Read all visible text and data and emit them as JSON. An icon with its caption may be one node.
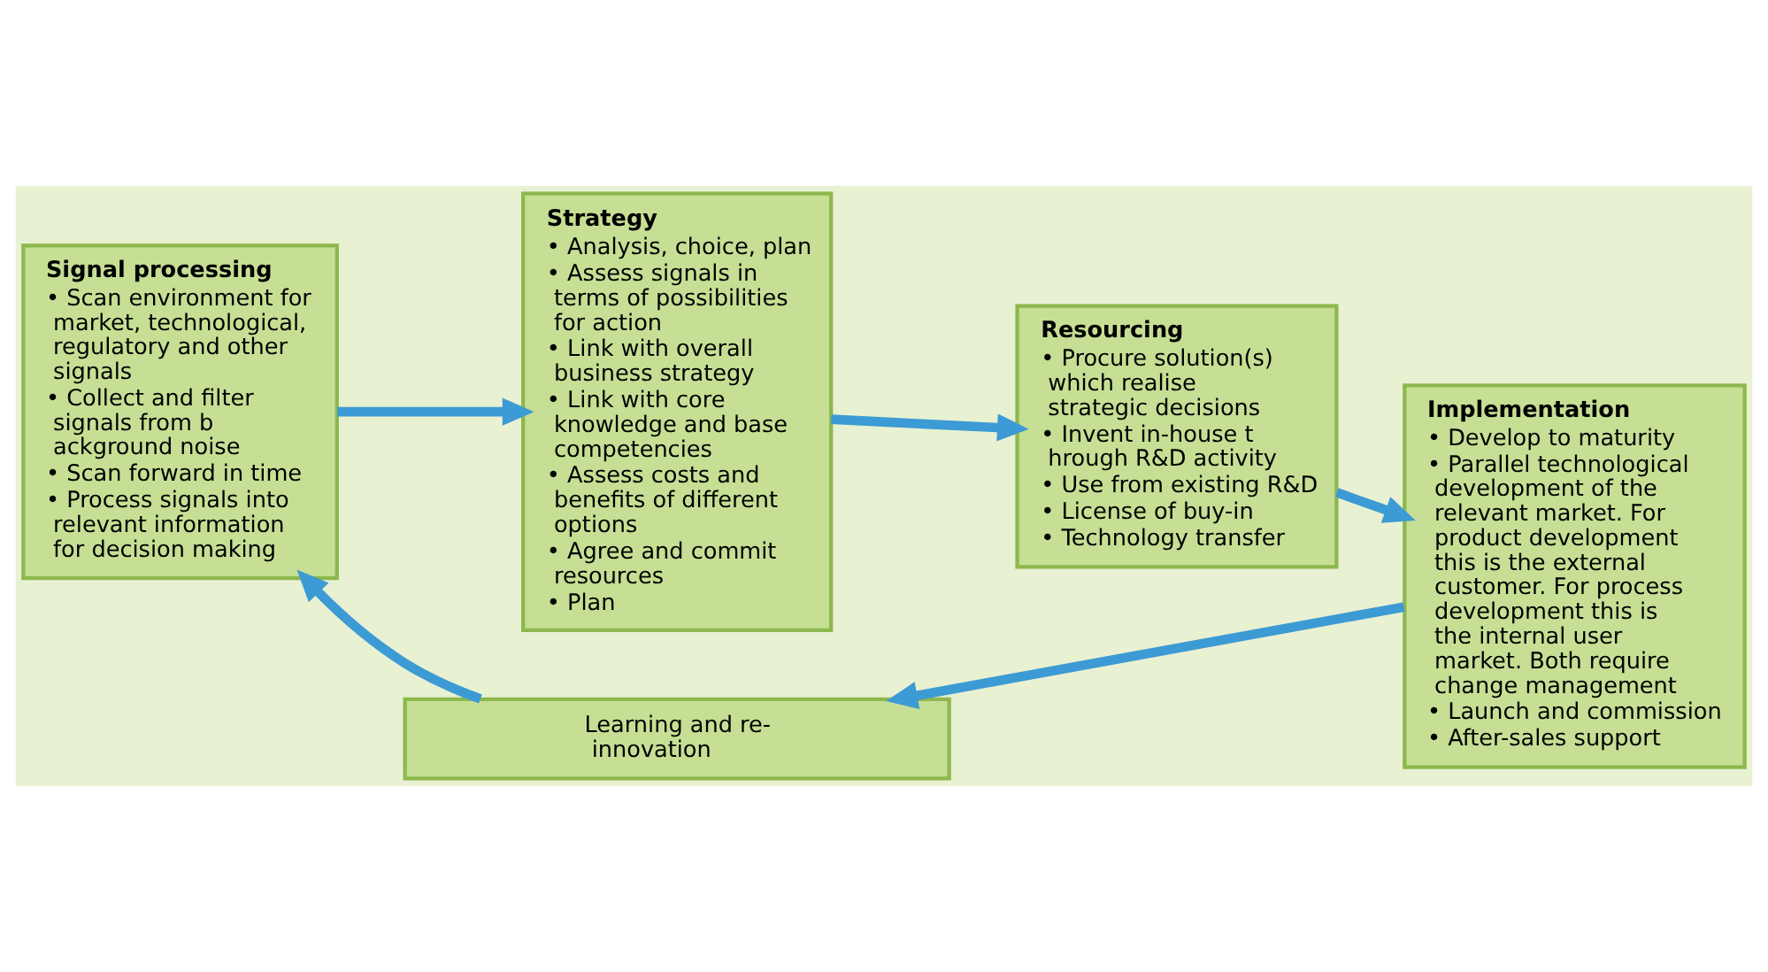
{
  "diagram": {
    "nodes": [
      {
        "text": [
          "Signal processing",
          "• Scan environment for market, technological, regulatory and other signals",
          "• Collect and filter signals from b ackground noise",
          "• Scan forward in time",
          "• Process signals into relevant information for decision making"
        ]
      },
      {
        "text": [
          "Strategy",
          "• Analysis, choice, plan",
          "• Assess signals in terms of possibilities for action",
          "• Link with overall business strategy",
          "• Link with core knowledge and base competencies",
          "• Assess costs and benefits of different options",
          "• Agree and commit resources",
          "• Plan"
        ]
      },
      {
        "text": [
          "Resourcing",
          "• Procure solution(s) which realise strategic decisions",
          "• Invent in-house t hrough R&D activity",
          "• Use from existing R&D",
          "• License of buy-in",
          "• Technology transfer"
        ]
      },
      {
        "text": [
          "Implementation",
          "• Develop to maturity",
          "• Parallel technological development of the relevant market. For product development this is the external customer. For process development this is the internal user market. Both require change management",
          "• Launch and commission",
          "• After-sales support"
        ]
      },
      {
        "text": [
          "Learning and re-innovation"
        ]
      }
    ],
    "edges": [
      {
        "from": 0,
        "to": 1,
        "arrow": "to"
      },
      {
        "from": 1,
        "to": 2,
        "arrow": "to"
      },
      {
        "from": 2,
        "to": 3,
        "arrow": "to"
      },
      {
        "from": 3,
        "to": 4,
        "arrow": "to"
      },
      {
        "from": 4,
        "to": 0,
        "arrow": "to"
      }
    ]
  }
}
